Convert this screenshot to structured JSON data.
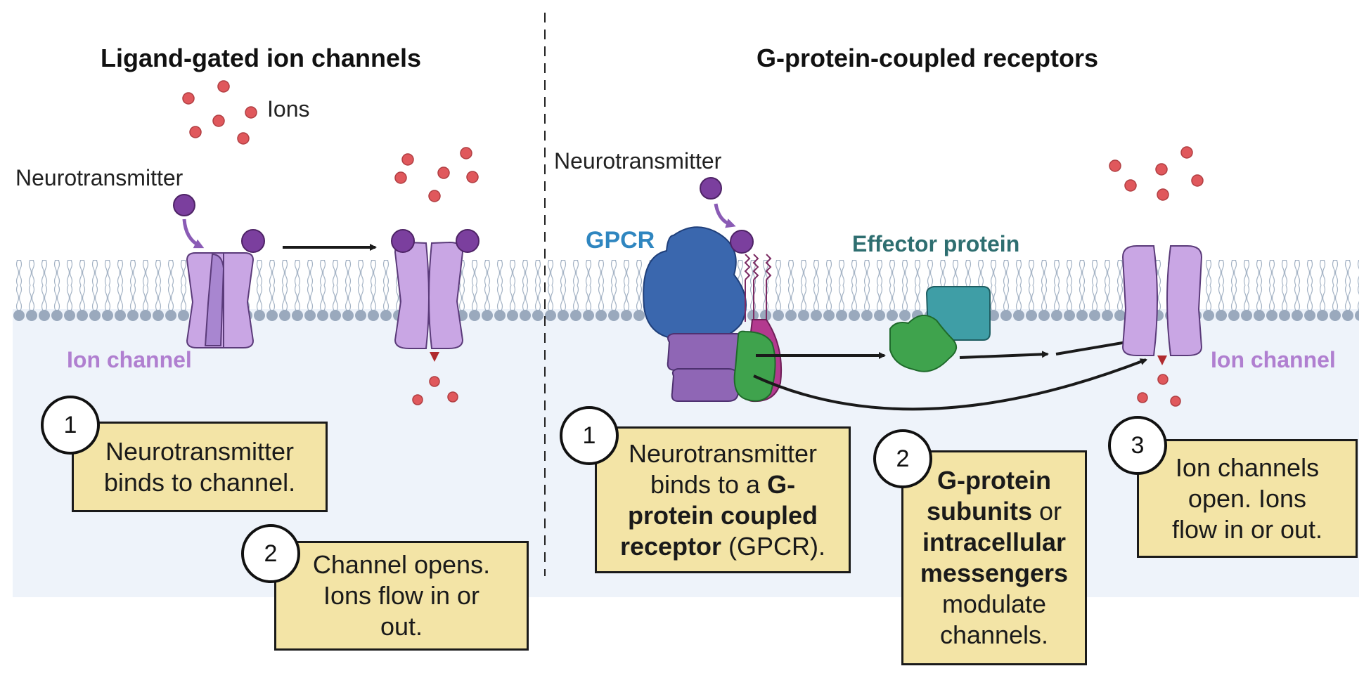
{
  "left": {
    "title": "Ligand-gated ion channels",
    "ions_label": "Ions",
    "neurotransmitter_label": "Neurotransmitter",
    "ion_channel_label": "Ion channel",
    "step1": {
      "number": "1",
      "text": "Neurotransmitter binds to channel."
    },
    "step2": {
      "number": "2",
      "text": "Channel opens. Ions flow in or out."
    }
  },
  "right": {
    "title": "G-protein-coupled receptors",
    "neurotransmitter_label": "Neurotransmitter",
    "gpcr_label": "GPCR",
    "effector_label": "Effector protein",
    "ion_channel_label": "Ion channel",
    "step1": {
      "number": "1",
      "pre": "Neurotransmitter binds to a ",
      "bold": "G-protein coupled receptor",
      "post": " (GPCR)."
    },
    "step2": {
      "number": "2",
      "bold1": "G-protein subunits",
      "mid": " or ",
      "bold2": "intracellular messengers",
      "post": " modulate channels."
    },
    "step3": {
      "number": "3",
      "text": "Ion channels open. Ions flow in or out."
    }
  },
  "colors": {
    "ion": "#e0585c",
    "neurotransmitter": "#7b3f9e",
    "channel": "#c9a6e4",
    "gpcr": "#3a67ae",
    "effector_green": "#3fa34d",
    "effector_teal": "#3f9ea6",
    "g_alpha_magenta": "#b33a8f",
    "g_protein_purple": "#8f66b5",
    "label_purple": "#b07fd0",
    "label_blue": "#2f86c0",
    "label_teal": "#2e6e70",
    "box_fill": "#f3e4a6",
    "cytoplasm": "#eef3fa"
  }
}
